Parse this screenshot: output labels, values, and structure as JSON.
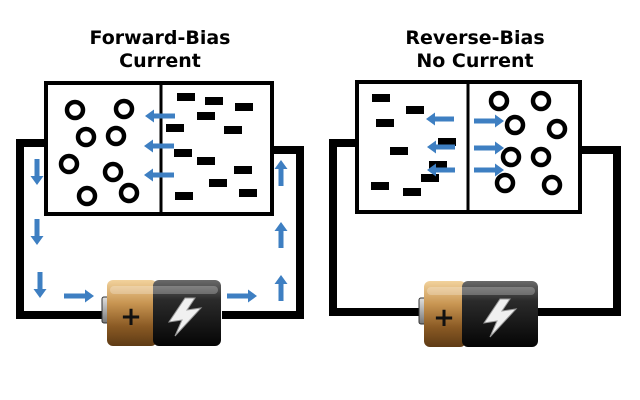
{
  "forward": {
    "title_line1": "Forward-Bias",
    "title_line2": "Current"
  },
  "reverse": {
    "title_line1": "Reverse-Bias",
    "title_line2": "No Current"
  },
  "colors": {
    "wire": "#000000",
    "arrow": "#3e7fc2",
    "battery_copper": "#b8864a",
    "battery_black": "#1a1a1a"
  },
  "icons": [
    "hole-circle",
    "electron-dash",
    "flow-arrow",
    "battery",
    "bolt-icon",
    "plus-sign"
  ]
}
